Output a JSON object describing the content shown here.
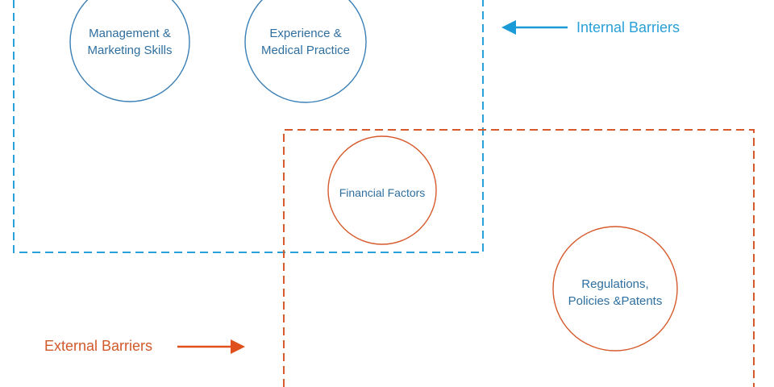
{
  "internal_barriers": {
    "label": "Internal Barriers",
    "color": "#29a0d8",
    "circles": [
      {
        "lines": [
          "Management &",
          "Marketing Skills"
        ]
      },
      {
        "lines": [
          "Experience &",
          "Medical Practice"
        ]
      }
    ]
  },
  "external_barriers": {
    "label": "External Barriers",
    "color": "#d65a2c",
    "circles": [
      {
        "lines": [
          "Financial Factors"
        ]
      },
      {
        "lines": [
          "Regulations,",
          "Policies &Patents"
        ]
      }
    ]
  },
  "colors": {
    "circle_text": "#2f6f9f",
    "internal_circle_stroke": "#3a7fb5",
    "external_circle_stroke": "#d65a2c",
    "arrow_blue": "#1a9ad6",
    "arrow_orange": "#e0501e"
  }
}
